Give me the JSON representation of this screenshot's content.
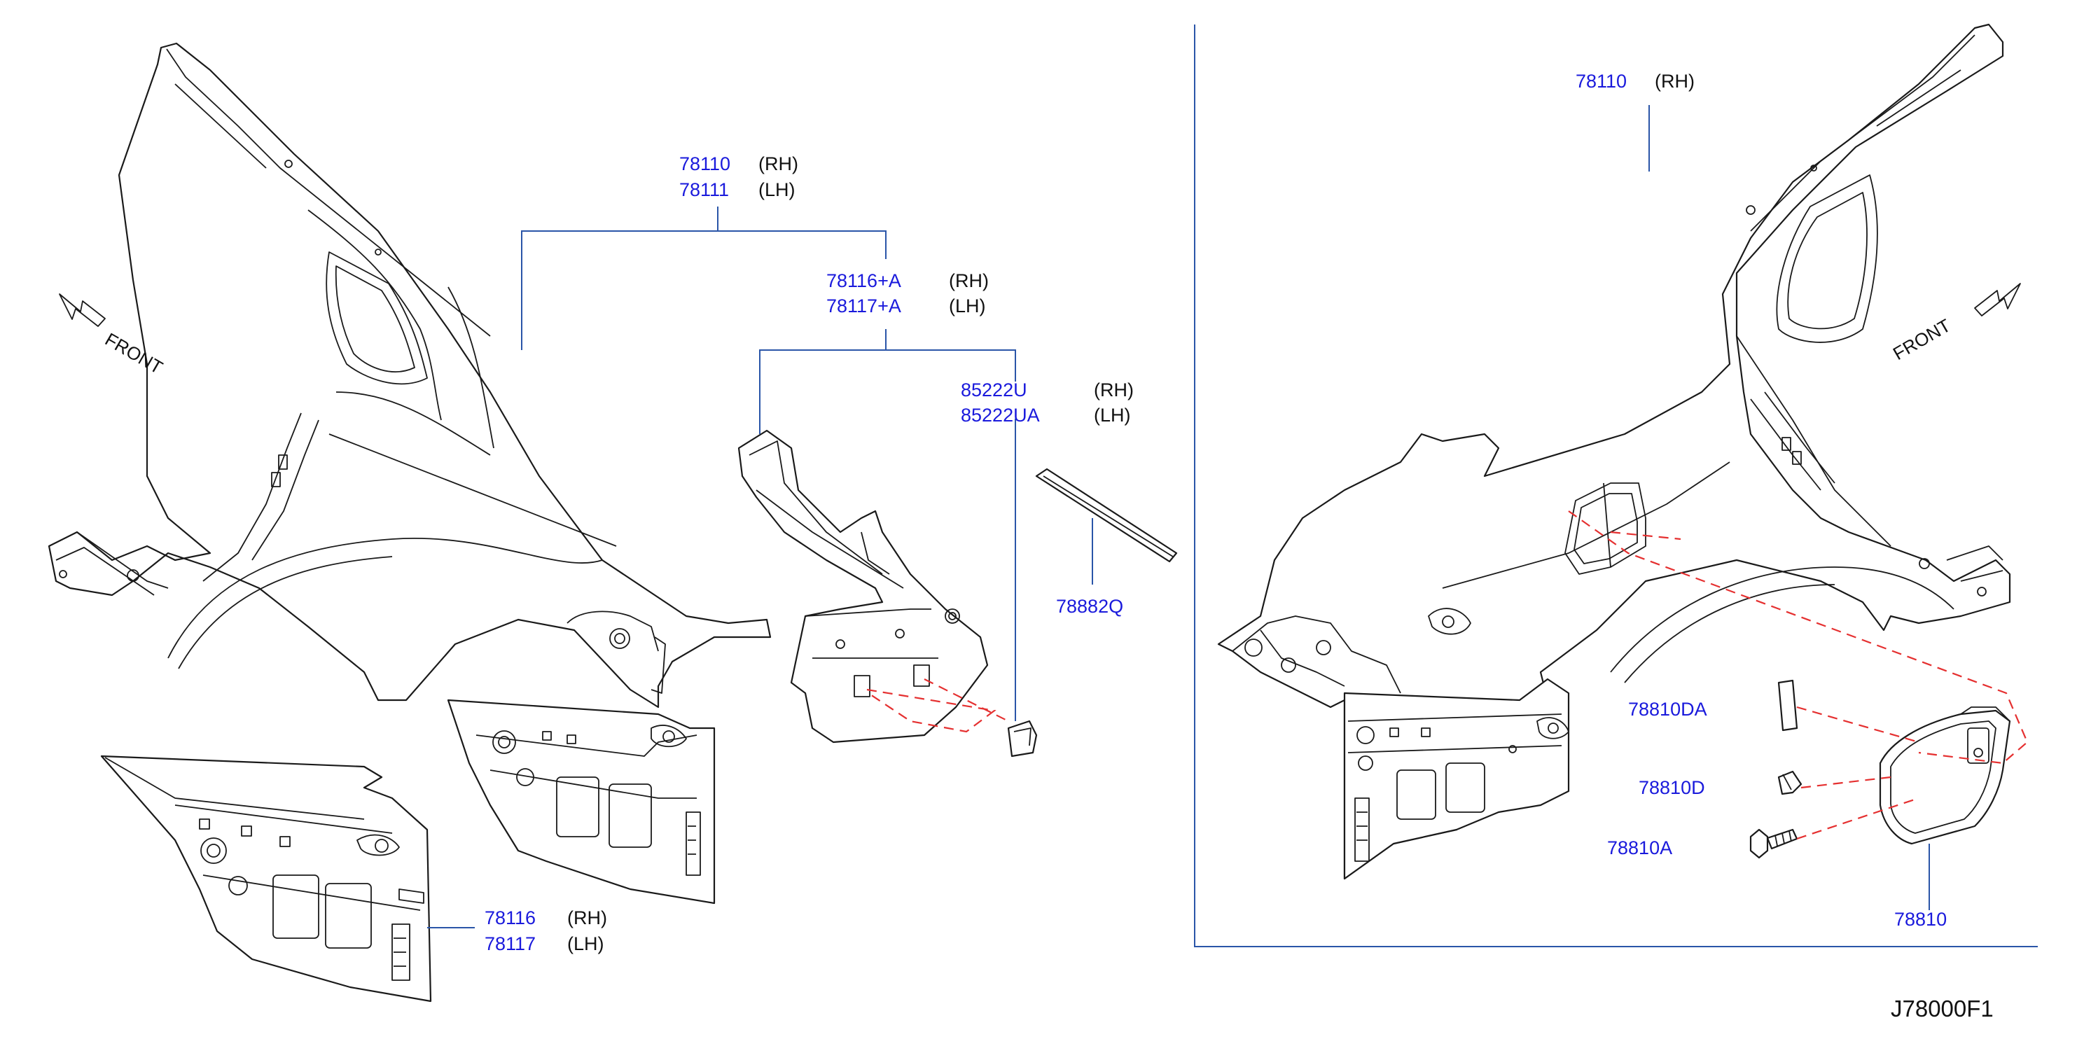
{
  "diagram": {
    "code": "J78000F1",
    "front_left": "FRONT",
    "front_right": "FRONT",
    "callouts": {
      "c1": {
        "num1": "78110",
        "side1": "(RH)",
        "num2": "78111",
        "side2": "(LH)"
      },
      "c2": {
        "num1": "78116+A",
        "side1": "(RH)",
        "num2": "78117+A",
        "side2": "(LH)"
      },
      "c3": {
        "num1": "85222U",
        "side1": "(RH)",
        "num2": "85222UA",
        "side2": "(LH)"
      },
      "c4": {
        "num1": "78882Q"
      },
      "c5": {
        "num1": "78116",
        "side1": "(RH)",
        "num2": "78117",
        "side2": "(LH)"
      },
      "c6": {
        "num1": "78110",
        "side1": "(RH)"
      },
      "c7": {
        "num1": "78810DA"
      },
      "c8": {
        "num1": "78810D"
      },
      "c9": {
        "num1": "78810A"
      },
      "c10": {
        "num1": "78810"
      }
    }
  }
}
